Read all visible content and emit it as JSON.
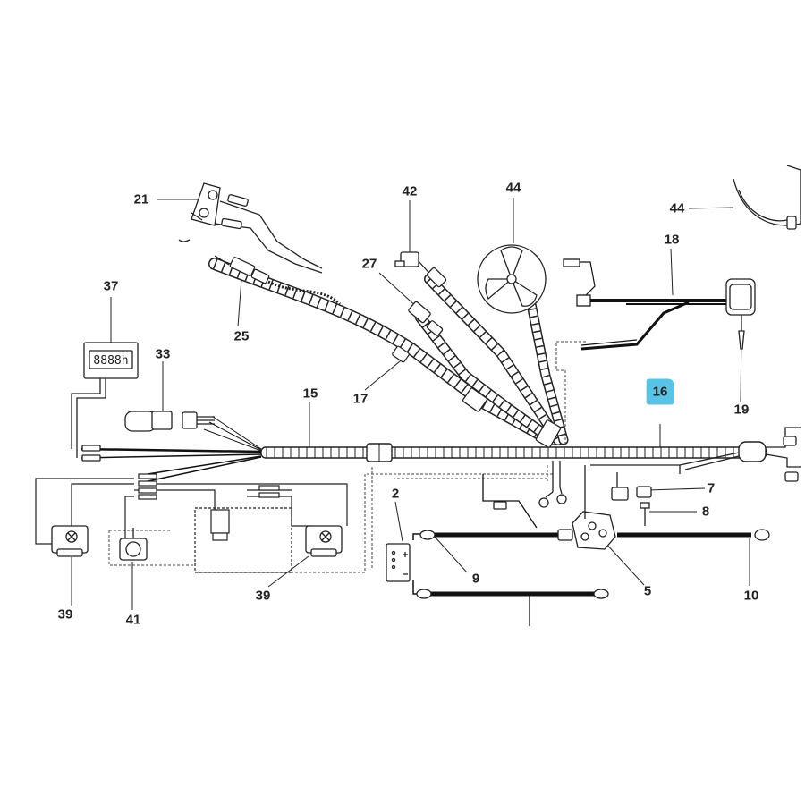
{
  "diagram": {
    "highlight_color": "#59c3e6",
    "line_color": "#222222",
    "callouts": [
      {
        "id": "c21",
        "text": "21"
      },
      {
        "id": "c42",
        "text": "42"
      },
      {
        "id": "c44a",
        "text": "44"
      },
      {
        "id": "c44b",
        "text": "44"
      },
      {
        "id": "c18",
        "text": "18"
      },
      {
        "id": "c27",
        "text": "27"
      },
      {
        "id": "c37",
        "text": "37"
      },
      {
        "id": "c25",
        "text": "25"
      },
      {
        "id": "c33",
        "text": "33"
      },
      {
        "id": "c15",
        "text": "15"
      },
      {
        "id": "c17",
        "text": "17"
      },
      {
        "id": "c16",
        "text": "16",
        "highlighted": true
      },
      {
        "id": "c19",
        "text": "19"
      },
      {
        "id": "c2",
        "text": "2"
      },
      {
        "id": "c7",
        "text": "7"
      },
      {
        "id": "c8",
        "text": "8"
      },
      {
        "id": "c9",
        "text": "9"
      },
      {
        "id": "c5",
        "text": "5"
      },
      {
        "id": "c10",
        "text": "10"
      },
      {
        "id": "c39a",
        "text": "39"
      },
      {
        "id": "c41",
        "text": "41"
      },
      {
        "id": "c39b",
        "text": "39"
      }
    ],
    "hour_meter_display": "8888h"
  }
}
